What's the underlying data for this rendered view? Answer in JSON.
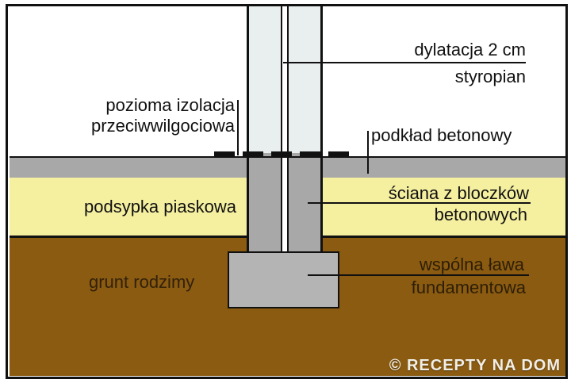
{
  "labels": {
    "dylatacja": "dylatacja 2 cm",
    "styropian": "styropian",
    "izolacja1": "pozioma izolacja",
    "izolacja2": "przeciwwilgociowa",
    "podklad": "podkład betonowy",
    "podsypka": "podsypka piaskowa",
    "sciana1": "ściana z bloczków",
    "sciana2": "betonowych",
    "grunt": "grunt rodzimy",
    "lawa1": "wspólna ława",
    "lawa2": "fundamentowa"
  },
  "watermark": "© RECEPTY NA DOM",
  "colors": {
    "sand_layer": "#f5efa0",
    "native_soil": "#8a5b11",
    "concrete_slab": "#a8a8a8",
    "footing": "#b4b4b4",
    "wall_above_dpc": "#e9eeee",
    "wall_below_dpc": "#a8a8a8",
    "line": "#111111",
    "soil_label_text": "#2e1e06",
    "watermark_text": "#f1eee6"
  }
}
